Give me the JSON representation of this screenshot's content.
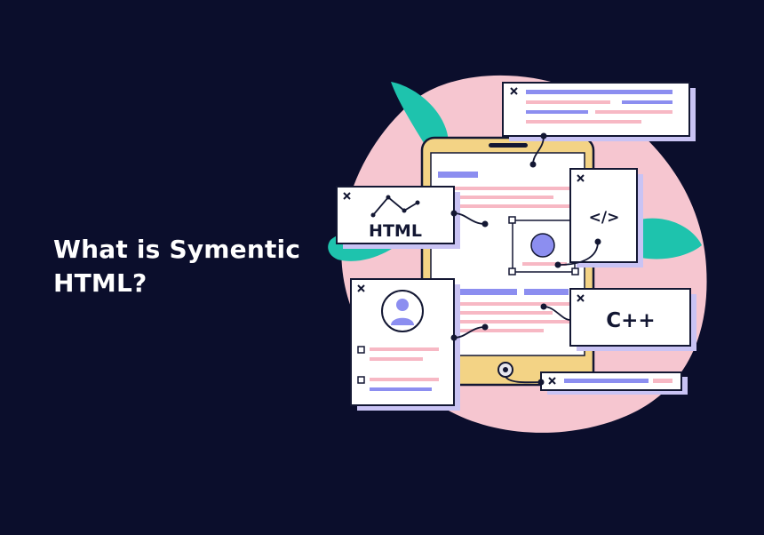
{
  "headline": {
    "line1": "What is Symentic",
    "line2": "HTML?"
  },
  "cards": {
    "html_label": "HTML",
    "code_label": "</>",
    "cpp_label": "C++"
  },
  "icons": {
    "close": "close-icon",
    "chart": "line-chart-icon",
    "avatar": "user-avatar-icon",
    "checkbox": "checkbox-icon"
  },
  "colors": {
    "background": "#0b0e2c",
    "blob": "#f6c6d0",
    "leaf": "#1ec3ad",
    "phone_frame": "#f3d385",
    "card": "#ffffff",
    "card_shadow": "#c9c3f4",
    "accent_blue": "#8c8ef0",
    "accent_pink": "#f7b8c4",
    "ink": "#131733"
  }
}
